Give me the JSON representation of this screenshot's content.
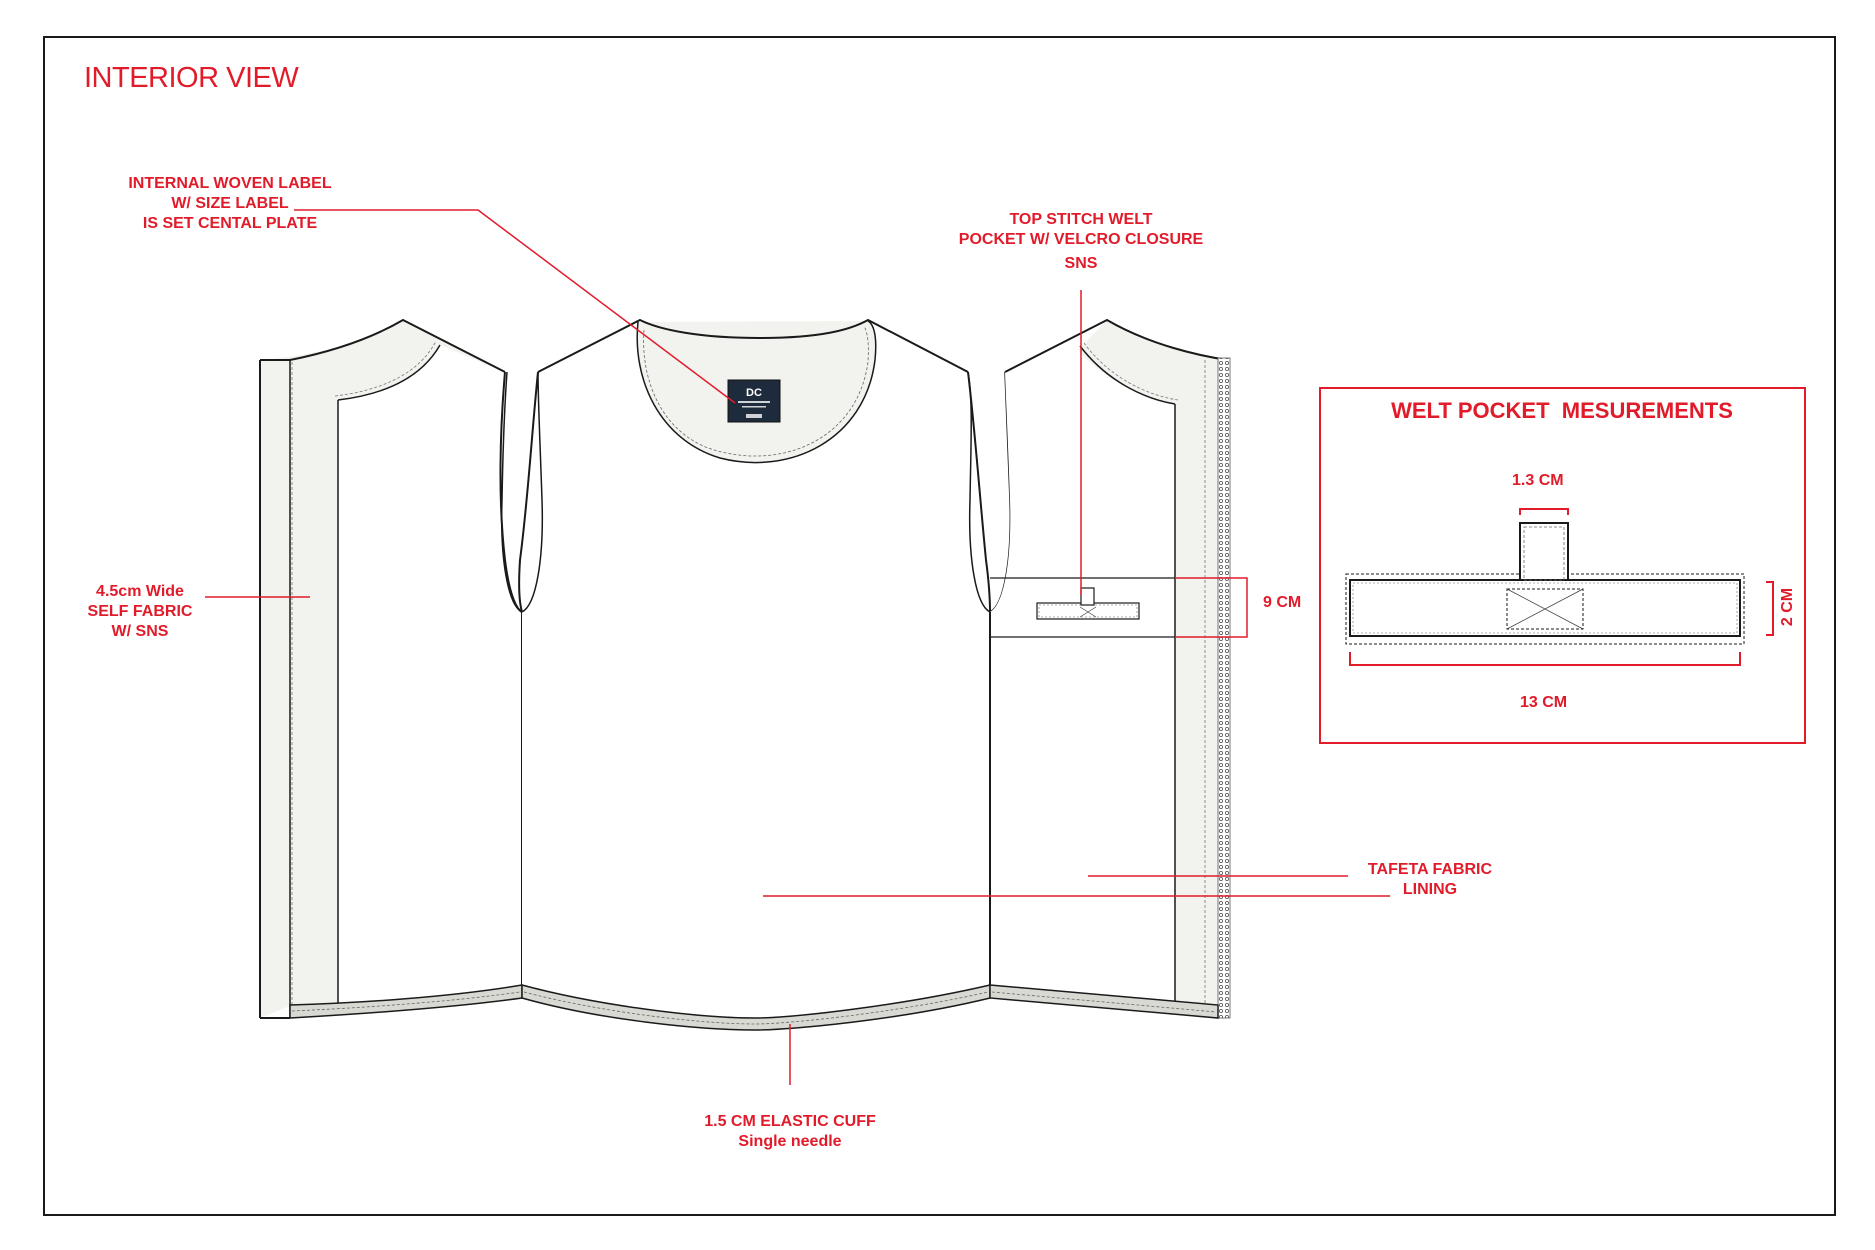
{
  "title": "INTERIOR VIEW",
  "colors": {
    "accent": "#e11b2a",
    "outline": "#1a1a1a",
    "panel_fill": "#f2f2ee",
    "label_fill": "#1e2b3c"
  },
  "callouts": {
    "woven_label": [
      "INTERNAL WOVEN LABEL",
      "W/ SIZE LABEL",
      "IS SET CENTAL PLATE"
    ],
    "welt_pocket": [
      "TOP STITCH WELT",
      "POCKET W/ VELCRO CLOSURE",
      "SNS"
    ],
    "self_fabric": [
      "4.5cm Wide",
      "SELF FABRIC",
      "W/ SNS"
    ],
    "tafeta": [
      "TAFETA FABRIC",
      "LINING"
    ],
    "elastic_cuff": [
      "1.5 CM ELASTIC CUFF",
      "Single needle"
    ]
  },
  "dimensions": {
    "pocket_height": "9 CM"
  },
  "pocket_detail": {
    "title": "WELT POCKET  MESUREMENTS",
    "tab_width": "1.3 CM",
    "height": "2 CM",
    "length": "13 CM"
  },
  "icons": {
    "brand_label": "woven-brand-label-icon"
  }
}
